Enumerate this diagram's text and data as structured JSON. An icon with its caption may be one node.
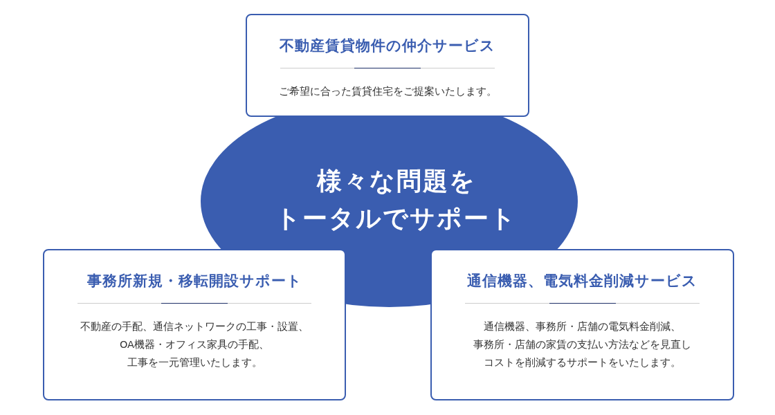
{
  "diagram": {
    "nodes": [
      {
        "text": [
          "不動産賃貸物件の仲介サービス",
          "ご希望に合った賃貸住宅をご提案いたします。"
        ]
      },
      {
        "text": [
          "様々な問題をトータルでサポート"
        ]
      },
      {
        "text": [
          "事務所新規・移転開設サポート",
          "不動産の手配、通信ネットワークの工事・設置、OA機器・オフィス家具の手配、工事を一元管理いたします。"
        ]
      },
      {
        "text": [
          "通信機器、電気料金削減サービス",
          "通信機器、事務所・店舗の電気料金削減、事務所・店舗の家賃の支払い方法などを見直しコストを削減するサポートをいたします。"
        ]
      }
    ],
    "edges": []
  }
}
